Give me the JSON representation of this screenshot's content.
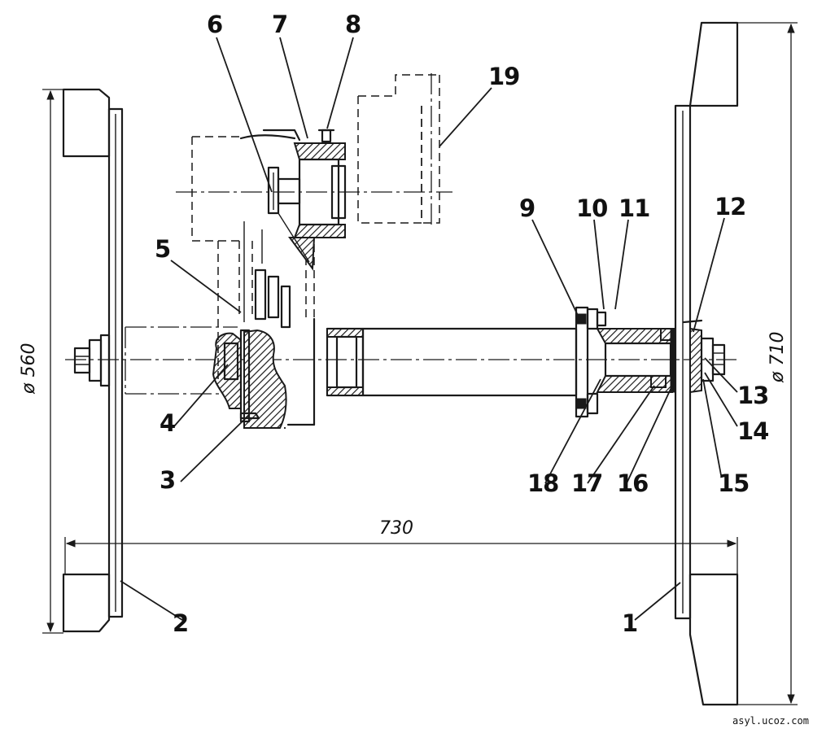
{
  "labels": {
    "n1": "1",
    "n2": "2",
    "n3": "3",
    "n4": "4",
    "n5": "5",
    "n6": "6",
    "n7": "7",
    "n8": "8",
    "n9": "9",
    "n10": "10",
    "n11": "11",
    "n12": "12",
    "n13": "13",
    "n14": "14",
    "n15": "15",
    "n16": "16",
    "n17": "17",
    "n18": "18",
    "n19": "19"
  },
  "dimensions": {
    "left_wheel_diameter": "ø 560",
    "right_wheel_diameter": "ø 710",
    "track_width": "730"
  },
  "watermark": "asyl.ucoz.com"
}
